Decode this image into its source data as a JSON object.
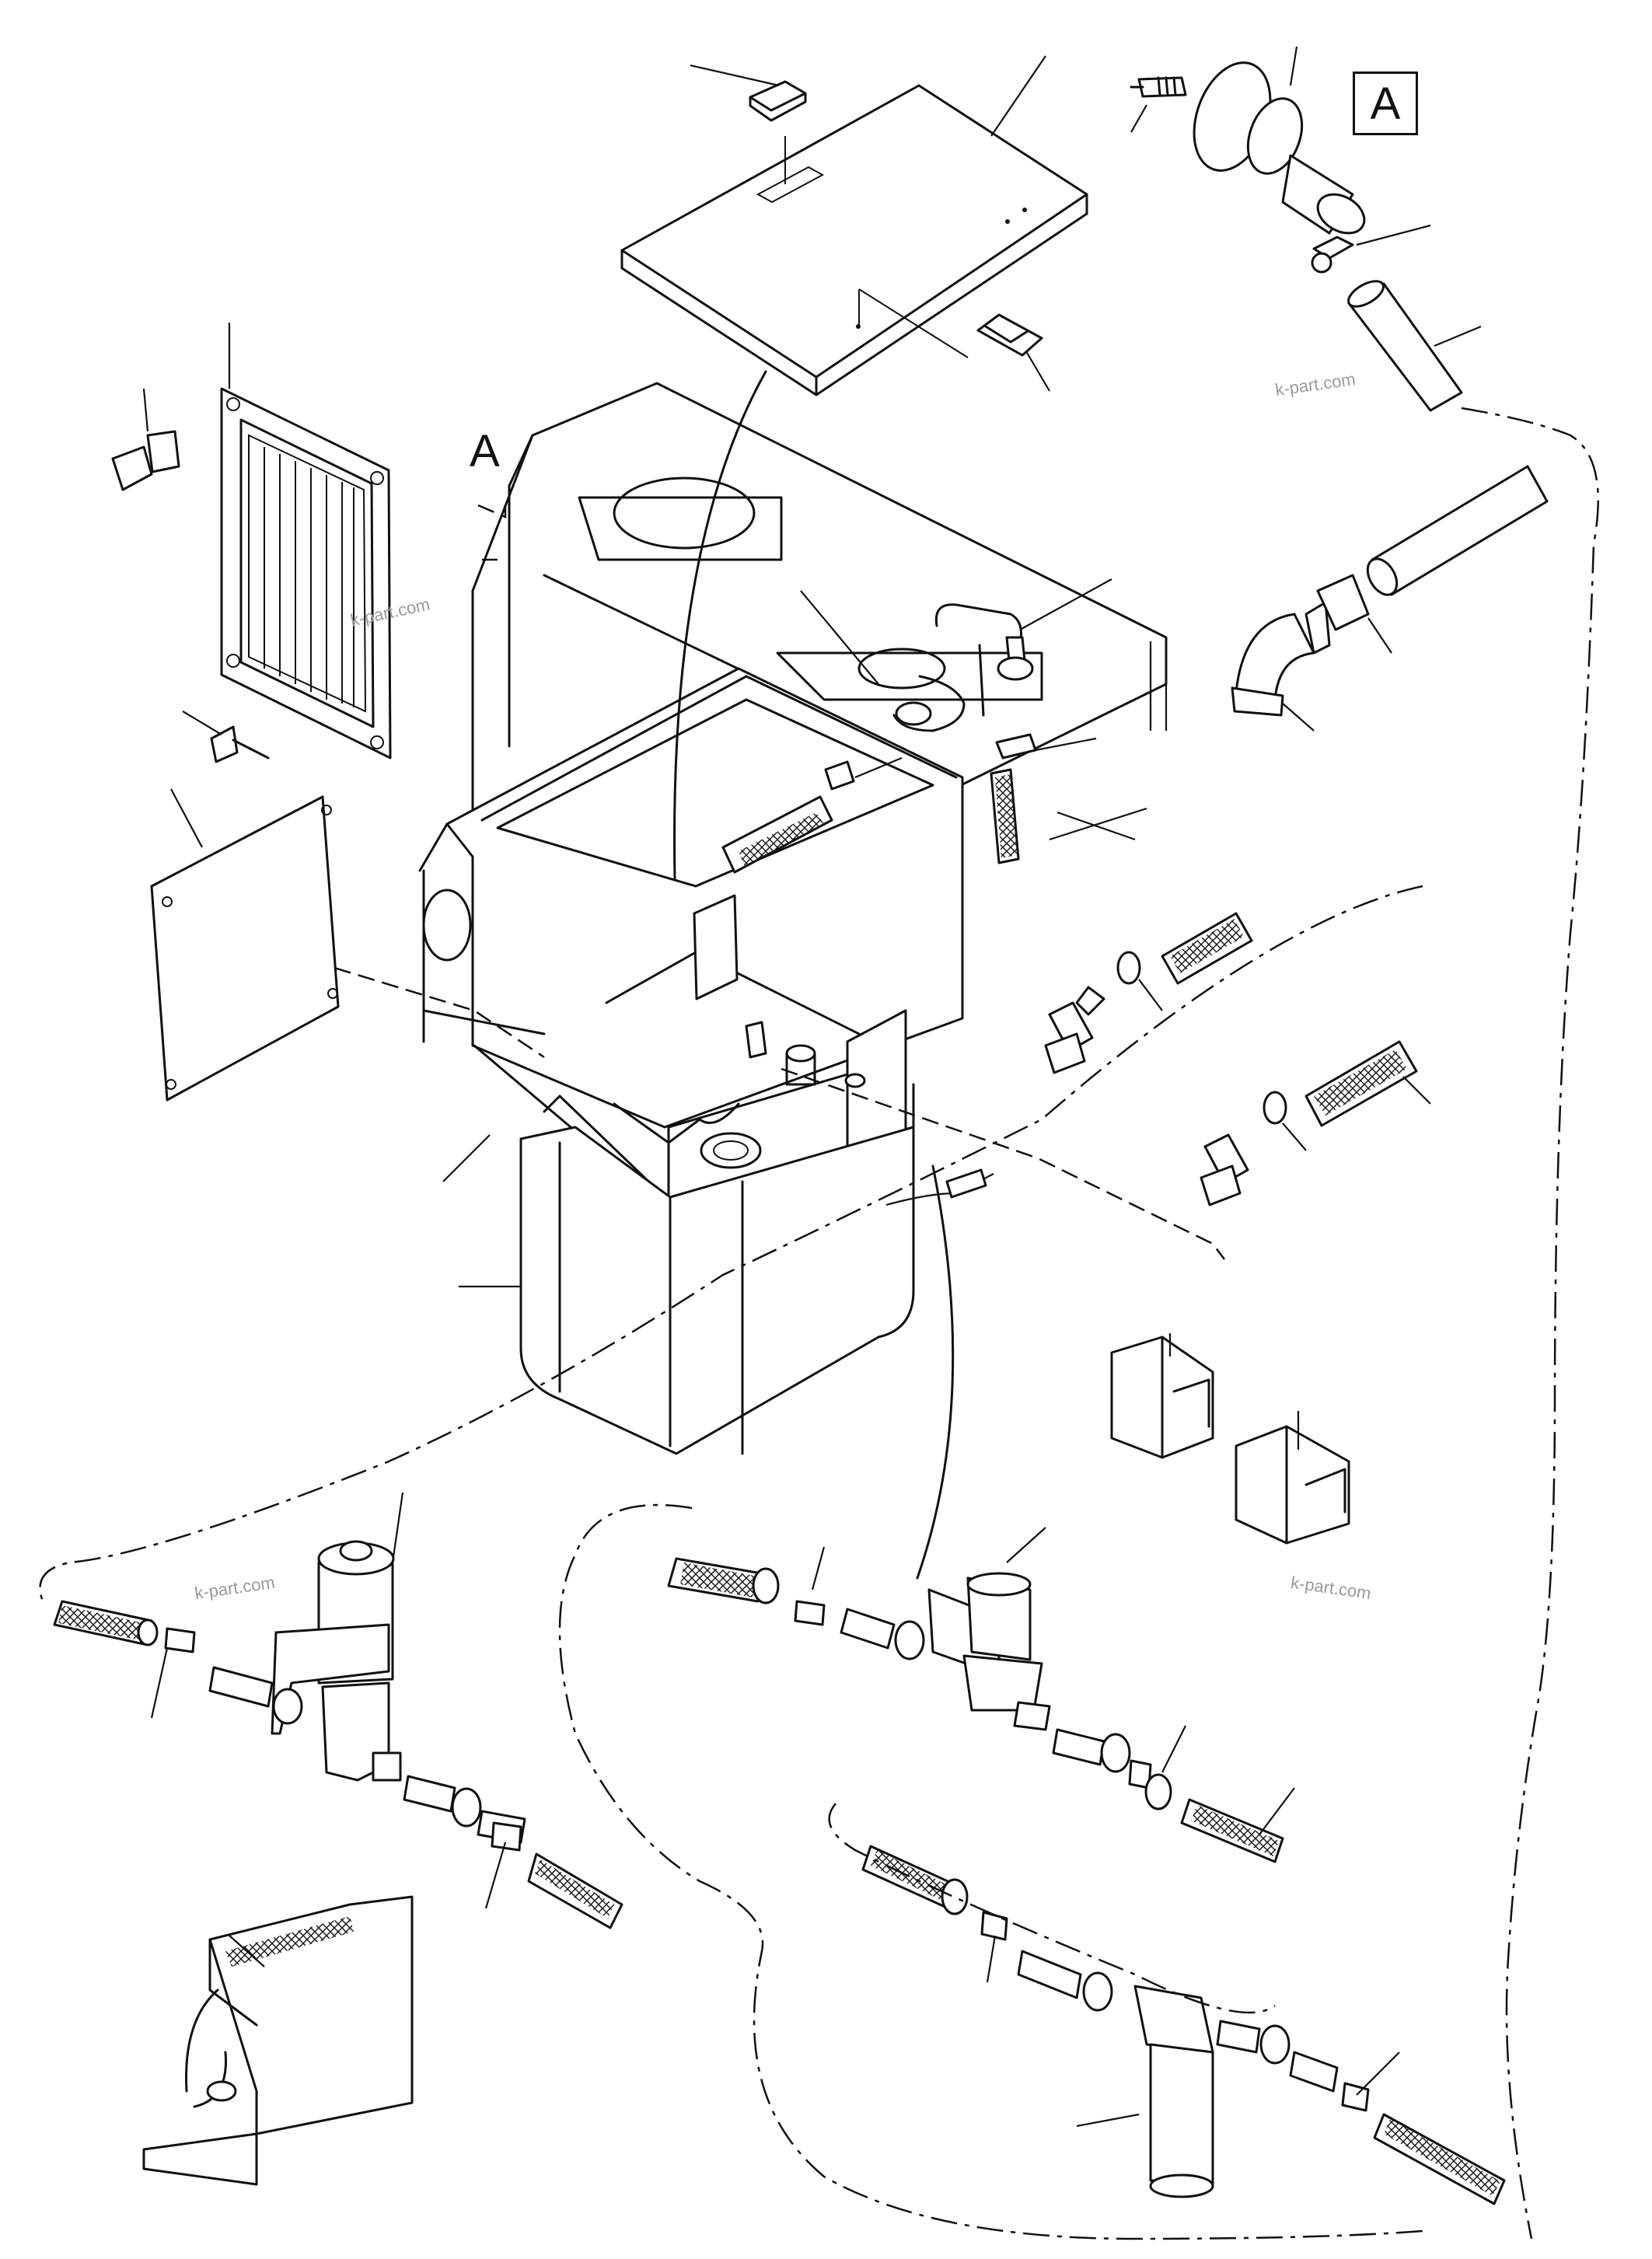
{
  "figure": {
    "view_letter": "A",
    "detail_label": "A",
    "watermark": "k-part.com"
  },
  "icons": [
    "cover-lid",
    "lid-handle",
    "lid-latch",
    "side-grille-panel",
    "quarter-turn-latch",
    "side-cover-plate",
    "tank-housing",
    "water-tank",
    "faucet",
    "filler-neck",
    "elbow-fitting",
    "hose-clamp",
    "braided-hose",
    "hose-barb",
    "inline-pump",
    "water-pump",
    "water-filter",
    "mounting-bracket",
    "heater-element"
  ]
}
